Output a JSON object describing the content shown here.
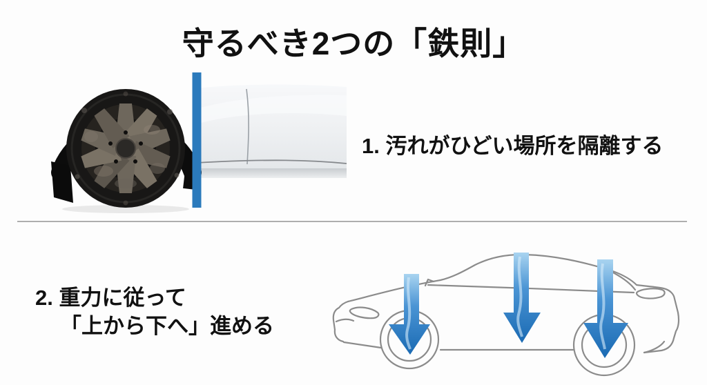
{
  "slide": {
    "title": "守るべき2つの「鉄則」",
    "rule1": {
      "text": "1. 汚れがひどい場所を隔離する"
    },
    "rule2": {
      "line1": "2. 重力に従って",
      "line2": "「上から下へ」進める"
    }
  },
  "colors": {
    "separator-blue": "#2b7abc",
    "arrow-blue-light": "#a9d4f0",
    "arrow-blue-mid": "#4a94d4",
    "arrow-blue-dark": "#1a6ab3",
    "arrow-streak": "#d5ebfa",
    "divider-gray": "#aeaeae",
    "outline-gray": "#8b8b8b",
    "text-color": "#111111",
    "background": "#fdfdfd"
  }
}
